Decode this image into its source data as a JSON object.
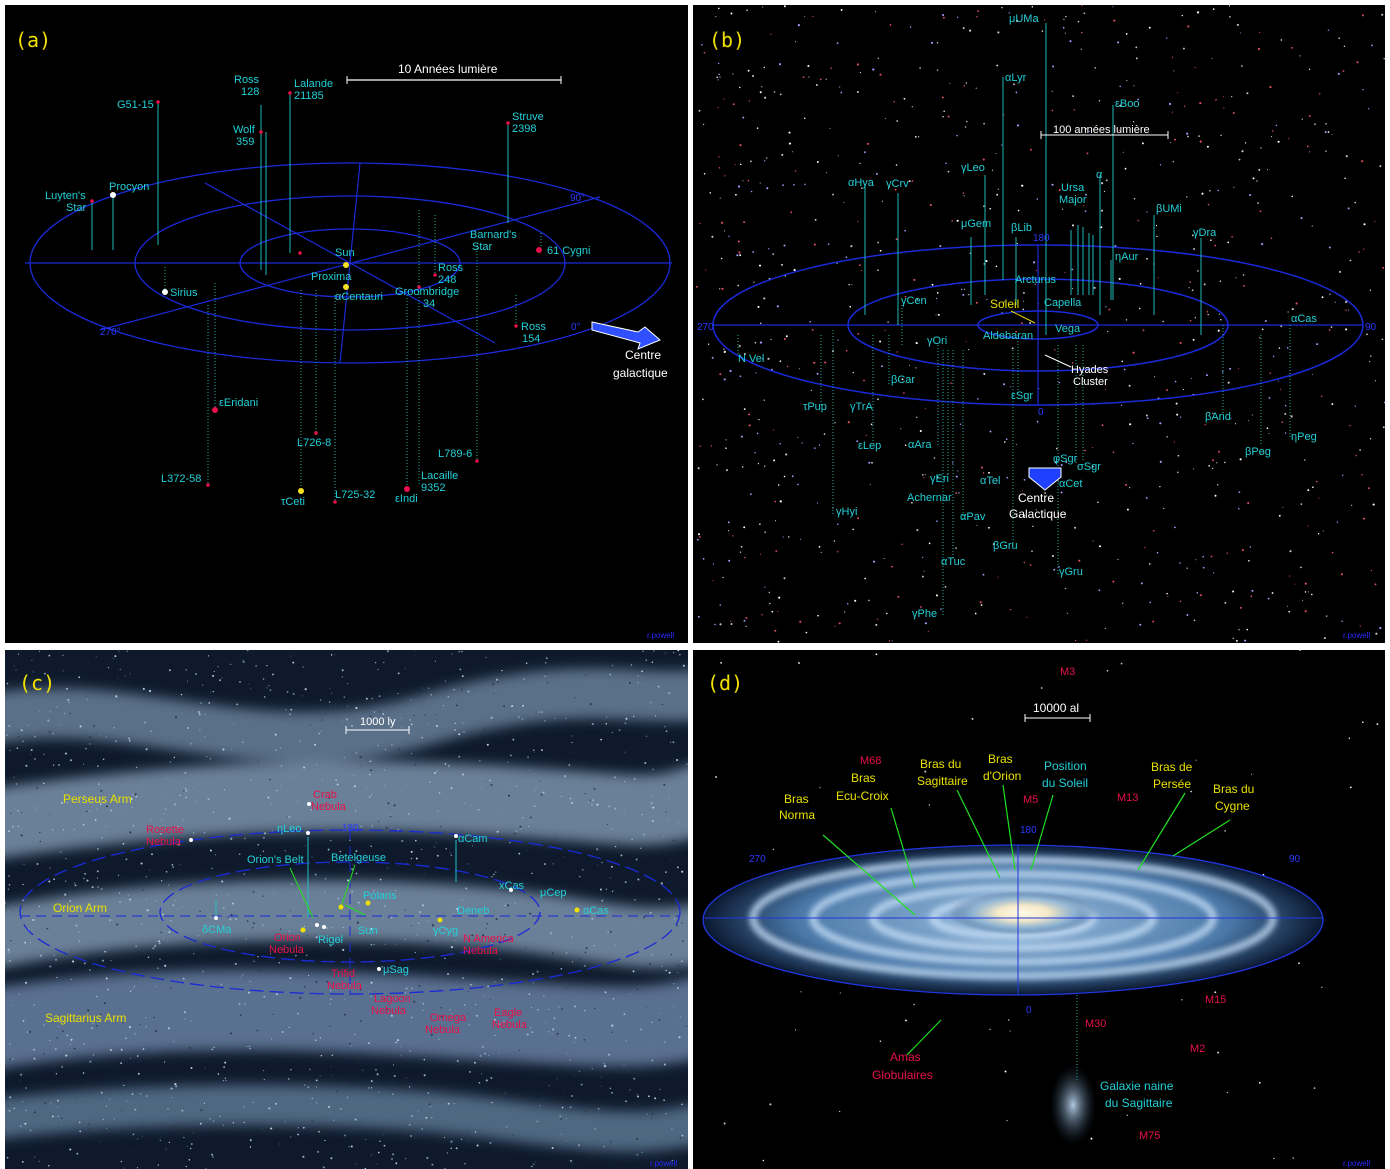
{
  "panels": {
    "a": {
      "tag": "(a)",
      "scale": "10 Années lumière",
      "angle_90": "90°",
      "angle_270": "270°",
      "angle_0": "0°",
      "centre": [
        "Centre",
        "galactique"
      ],
      "watermark": "r.powell",
      "stars": [
        {
          "name": [
            "Ross",
            "128"
          ]
        },
        {
          "name": [
            "Lalande",
            "21185"
          ]
        },
        {
          "name": [
            "G51-15"
          ]
        },
        {
          "name": [
            "Wolf",
            "359"
          ]
        },
        {
          "name": [
            "Struve",
            "2398"
          ]
        },
        {
          "name": [
            "Luyten's",
            "Star"
          ]
        },
        {
          "name": [
            "Procyon"
          ]
        },
        {
          "name": [
            "Sun"
          ]
        },
        {
          "name": [
            "Barnard's",
            "Star"
          ]
        },
        {
          "name": [
            "61 Cygni"
          ]
        },
        {
          "name": [
            "Proxima"
          ]
        },
        {
          "name": [
            "αCentauri"
          ]
        },
        {
          "name": [
            "Sirius"
          ]
        },
        {
          "name": [
            "Ross",
            "248"
          ]
        },
        {
          "name": [
            "Groombridge",
            "34"
          ]
        },
        {
          "name": [
            "Ross",
            "154"
          ]
        },
        {
          "name": [
            "εEridani"
          ]
        },
        {
          "name": [
            "L726-8"
          ]
        },
        {
          "name": [
            "L789-6"
          ]
        },
        {
          "name": [
            "L372-58"
          ]
        },
        {
          "name": [
            "Lacaille",
            "9352"
          ]
        },
        {
          "name": [
            "τCeti"
          ]
        },
        {
          "name": [
            "L725-32"
          ]
        },
        {
          "name": [
            "εIndi"
          ]
        }
      ]
    },
    "b": {
      "tag": "(b)",
      "scale": "100 années lumière",
      "angle_270": "270",
      "angle_90": "90",
      "angle_180": "180",
      "angle_0": "0",
      "centre": [
        "Centre",
        "Galactique"
      ],
      "watermark": "r.powell",
      "soleil": "Soleil",
      "hyades": [
        "Hyades",
        "Cluster"
      ],
      "stars": [
        "μUMa",
        "αLyr",
        "εBoo",
        "γLeo",
        "αHya",
        "γCrv",
        "Ursa",
        "Major",
        "α",
        "μGem",
        "βLib",
        "βUMi",
        "γDra",
        "ηAur",
        "Arcturus",
        "Capella",
        "γCen",
        "Aldebaran",
        "Vega",
        "αCas",
        "N Vel",
        "γOri",
        "βCar",
        "εSgr",
        "τPup",
        "γTrA",
        "βAnd",
        "εLep",
        "αAra",
        "ηPeg",
        "βPeg",
        "φSgr",
        "σSgr",
        "γEri",
        "αTel",
        "αCet",
        "Achernar",
        "αPav",
        "γHyi",
        "βGru",
        "αTuc",
        "γGru",
        "γPhe"
      ]
    },
    "c": {
      "tag": "(c)",
      "scale": "1000 ly",
      "angle_180": "180",
      "arms": [
        "Perseus Arm",
        "Orion Arm",
        "Sagittarius Arm"
      ],
      "watermark": "r.powell",
      "cyan_labels": [
        "ηLeo",
        "αCam",
        "Betelgeuse",
        "Orion's Belt",
        "Polaris",
        "xCas",
        "μCep",
        "αCas",
        "δCMa",
        "Rigel",
        "Sun",
        "Deneb",
        "γCyg",
        "μSag"
      ],
      "nebulae": [
        {
          "name": [
            "Crab",
            "Nebula"
          ]
        },
        {
          "name": [
            "Rosette",
            "Nebula"
          ]
        },
        {
          "name": [
            "Orion",
            "Nebula"
          ]
        },
        {
          "name": [
            "N America",
            "Nebula"
          ]
        },
        {
          "name": [
            "Trifid",
            "Nebula"
          ]
        },
        {
          "name": [
            "Lagoon",
            "Nebula"
          ]
        },
        {
          "name": [
            "Omega",
            "Nebula"
          ]
        },
        {
          "name": [
            "Eagle",
            "Nebula"
          ]
        }
      ]
    },
    "d": {
      "tag": "(d)",
      "scale": "10000 al",
      "angle_270": "270",
      "angle_90": "90",
      "angle_180": "180",
      "angle_0": "0",
      "watermark": "r.powell",
      "arms": [
        {
          "name": [
            "Bras",
            "Norma"
          ]
        },
        {
          "name": [
            "Bras",
            "Ecu-Croix"
          ]
        },
        {
          "name": [
            "Bras du",
            "Sagittaire"
          ]
        },
        {
          "name": [
            "Bras",
            "d'Orion"
          ]
        },
        {
          "name": [
            "Bras de",
            "Persée"
          ]
        },
        {
          "name": [
            "Bras du",
            "Cygne"
          ]
        }
      ],
      "soleil": [
        "Position",
        "du Soleil"
      ],
      "clusters": [
        "M3",
        "M68",
        "M5",
        "M13",
        "M15",
        "M30",
        "M2",
        "M75"
      ],
      "amas": [
        "Amas",
        "Globulaires"
      ],
      "dwarf": [
        "Galaxie  naine",
        "du Sagittaire"
      ]
    }
  }
}
